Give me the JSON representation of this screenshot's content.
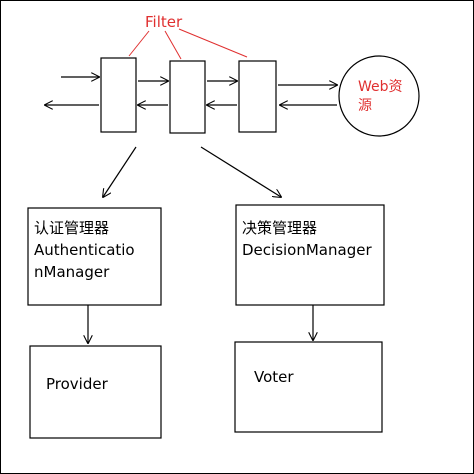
{
  "filter_label": "Filter",
  "web_resource": {
    "line1": "Web资",
    "line2": "源"
  },
  "auth_manager": {
    "line1": "认证管理器",
    "line2": "Authenticatio",
    "line3": "nManager"
  },
  "decision_manager": {
    "line1": "决策管理器",
    "line2": "DecisionManager"
  },
  "provider": {
    "label": "Provider"
  },
  "voter": {
    "label": "Voter"
  },
  "colors": {
    "annotation": "#e03030",
    "stroke": "#000000"
  }
}
